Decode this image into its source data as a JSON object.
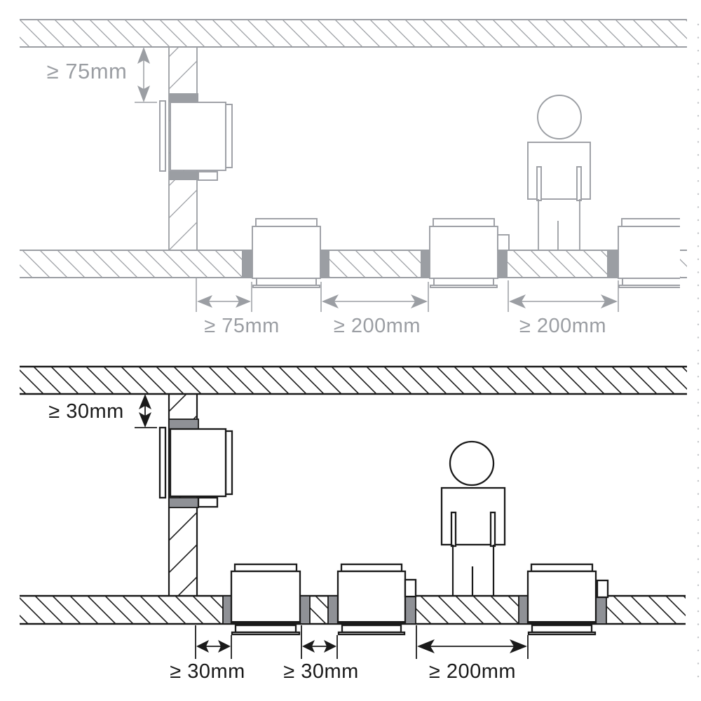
{
  "colors": {
    "background": "#ffffff",
    "top_diagram_stroke": "#9b9ea3",
    "top_diagram_fill": "#9b9ea3",
    "bottom_diagram_stroke": "#1a1a1a",
    "bottom_diagram_fill": "#8f9196",
    "edge_dots": "#c5c7ca"
  },
  "top_diagram": {
    "ceiling_clearance_label": "≥ 75mm",
    "dimension_labels": [
      "≥ 75mm",
      "≥ 200mm",
      "≥ 200mm"
    ]
  },
  "bottom_diagram": {
    "ceiling_clearance_label": "≥ 30mm",
    "dimension_labels": [
      "≥ 30mm",
      "≥ 30mm",
      "≥ 200mm"
    ]
  }
}
